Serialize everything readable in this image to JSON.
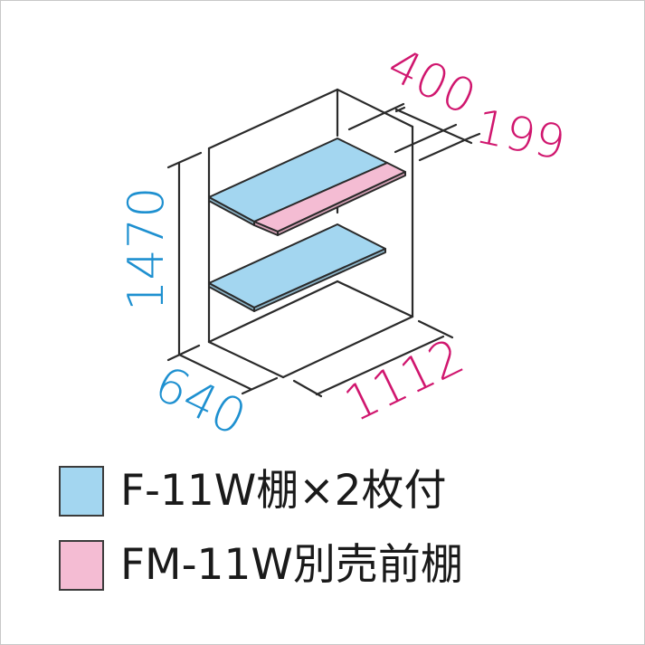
{
  "dimensions": {
    "height": "1470",
    "depth": "640",
    "width": "1112",
    "shelf_depth_total": "400",
    "front_shelf_depth": "199"
  },
  "legend": [
    {
      "label": "F-11W棚×2枚付",
      "color": "#a3d6f0",
      "meaning": "included shelves"
    },
    {
      "label": "FM-11W別売前棚",
      "color": "#f4bcd3",
      "meaning": "optional front shelf"
    }
  ],
  "colors": {
    "blue_dimension": "#1e90d0",
    "pink_dimension": "#d0166e",
    "shelf_blue": "#a3d6f0",
    "shelf_pink": "#f4bcd3",
    "line": "#2a2a2a"
  }
}
